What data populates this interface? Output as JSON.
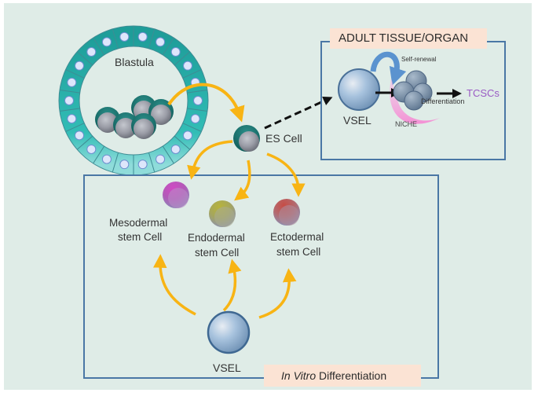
{
  "diagram": {
    "title": "VSEL and ES cell differentiation pathways",
    "blastula": {
      "label": "Blastula"
    },
    "es_cell": {
      "label": "ES Cell"
    },
    "adult_tissue_panel": {
      "title": "ADULT TISSUE/ORGAN",
      "vsel_label": "VSEL",
      "self_renewal_label": "Self-renewal",
      "niche_label": "NICHE",
      "differentiation_label": "Differentiation",
      "tcscs_label": "TCSCs"
    },
    "in_vitro_panel": {
      "title_italic": "In Vitro",
      "title_rest": " Differentiation",
      "vsel_label": "VSEL",
      "mesodermal_line1": "Mesodermal",
      "mesodermal_line2": "stem Cell",
      "endodermal_line1": "Endodermal",
      "endodermal_line2": "stem Cell",
      "ectodermal_line1": "Ectodermal",
      "ectodermal_line2": "stem Cell"
    },
    "colors": {
      "background": "#dfece7",
      "panel_border": "#4a77a5",
      "arrow_yellow": "#f8b414",
      "blastula_teal": "#2fb5b0",
      "title_box_fill": "#fbe3d4",
      "tcscs_purple": "#9a5bc4",
      "niche_pink": "#f49ad8",
      "self_renewal_blue": "#5b93cf",
      "mesodermal": "#c53bb8",
      "endodermal": "#b2b23d",
      "ectodermal": "#c2504a"
    }
  }
}
